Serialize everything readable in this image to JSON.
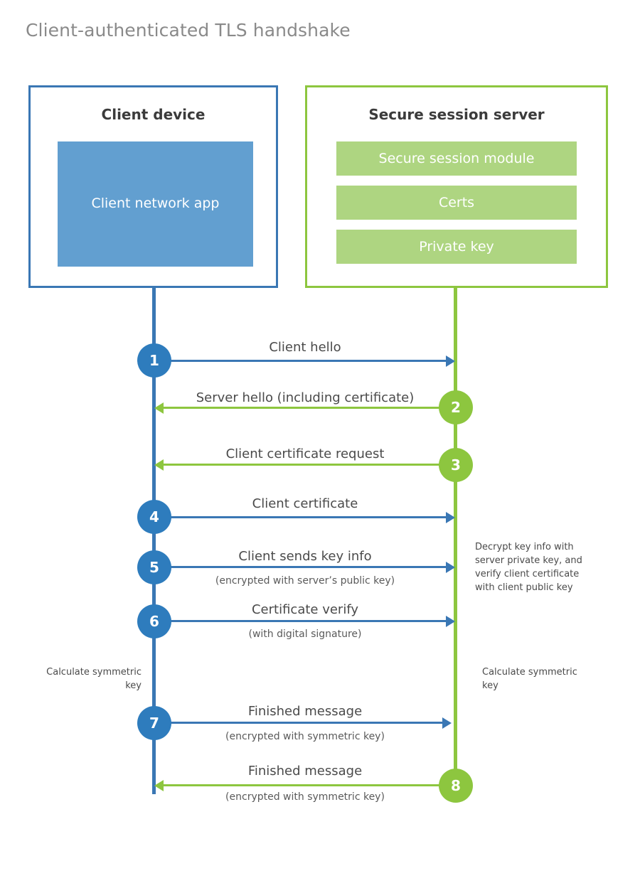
{
  "diagram": {
    "title": "Client-authenticated TLS handshake",
    "colors": {
      "client_blue": "#3a77b4",
      "client_badge_blue": "#2e7cbd",
      "client_app_fill": "#629fd0",
      "server_green": "#8dc63f",
      "server_bar_fill": "#aed581",
      "title_gray": "#8a8a8a",
      "text_gray": "#4a4a4a",
      "background": "#ffffff"
    },
    "actors": {
      "client": {
        "title": "Client device",
        "component": "Client network app"
      },
      "server": {
        "title": "Secure session server",
        "components": [
          "Secure session module",
          "Certs",
          "Private key"
        ]
      }
    },
    "messages": [
      {
        "step": "1",
        "label": "Client hello",
        "sublabel": "",
        "direction": "client-to-server"
      },
      {
        "step": "2",
        "label": "Server hello (including certificate)",
        "sublabel": "",
        "direction": "server-to-client"
      },
      {
        "step": "3",
        "label": "Client certificate request",
        "sublabel": "",
        "direction": "server-to-client"
      },
      {
        "step": "4",
        "label": "Client certificate",
        "sublabel": "",
        "direction": "client-to-server"
      },
      {
        "step": "5",
        "label": "Client sends key info",
        "sublabel": "(encrypted with server’s public key)",
        "direction": "client-to-server"
      },
      {
        "step": "6",
        "label": "Certificate verify",
        "sublabel": "(with digital signature)",
        "direction": "client-to-server"
      },
      {
        "step": "7",
        "label": "Finished message",
        "sublabel": "(encrypted with symmetric key)",
        "direction": "client-to-server"
      },
      {
        "step": "8",
        "label": "Finished message",
        "sublabel": "(encrypted with symmetric key)",
        "direction": "server-to-client"
      }
    ],
    "notes": {
      "server_decrypt": "Decrypt key info with server private key, and verify client certificate with client public key",
      "client_calculate": "Calculate symmetric key",
      "server_calculate": "Calculate symmetric key"
    }
  }
}
